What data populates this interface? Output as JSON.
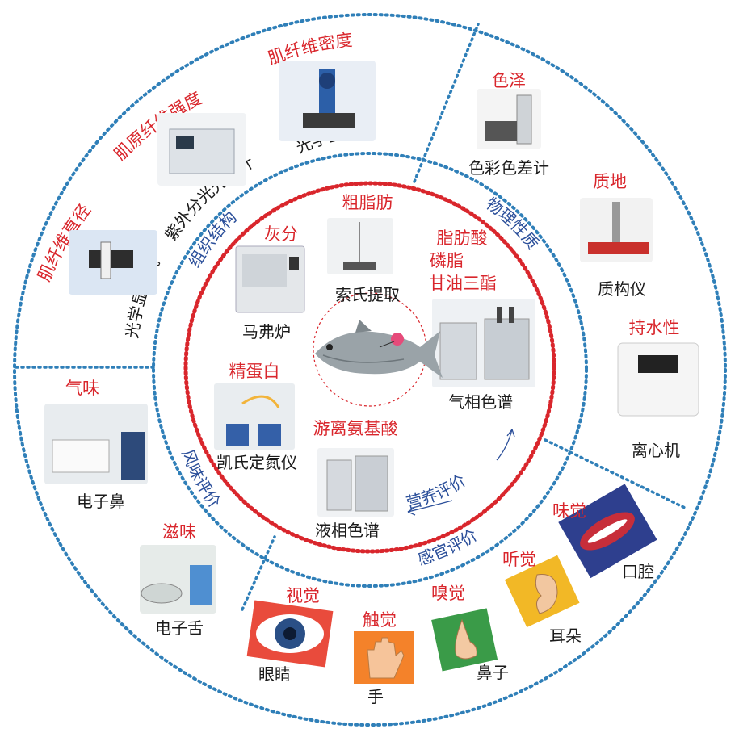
{
  "colors": {
    "outer_ring": "#2f7fb8",
    "inner_ring": "#d9262c",
    "label_red": "#d9262c",
    "label_blue": "#2b4f9a"
  },
  "icons": [
    "fish-icon",
    "eye-icon",
    "hand-icon",
    "nose-icon",
    "ear-icon",
    "mouth-icon"
  ],
  "sections": {
    "organization": "组织结构",
    "physical": "物理性质",
    "nutrition": "营养评价",
    "sensory": "感官评价",
    "flavor": "风味评价"
  },
  "outer": {
    "fiber_diameter": {
      "title": "肌纤维直径",
      "instrument": "光学显微镜"
    },
    "fiber_strength": {
      "title": "肌原纤维强度",
      "instrument": "紫外分光光度计"
    },
    "fiber_density": {
      "title": "肌纤维密度",
      "instrument": "光学显微镜"
    },
    "color": {
      "title": "色泽",
      "instrument": "色彩色差计"
    },
    "texture": {
      "title": "质地",
      "instrument": "质构仪"
    },
    "water_holding": {
      "title": "持水性",
      "instrument": "离心机"
    },
    "odor": {
      "title": "气味",
      "instrument": "电子鼻"
    },
    "taste": {
      "title": "滋味",
      "instrument": "电子舌"
    },
    "vision": {
      "title": "视觉",
      "organ": "眼睛"
    },
    "touch": {
      "title": "触觉",
      "organ": "手"
    },
    "smell": {
      "title": "嗅觉",
      "organ": "鼻子"
    },
    "hearing": {
      "title": "听觉",
      "organ": "耳朵"
    },
    "gustation": {
      "title": "味觉",
      "organ": "口腔"
    }
  },
  "inner": {
    "ash": {
      "title": "灰分",
      "instrument": "马弗炉"
    },
    "crude_fat": {
      "title": "粗脂肪",
      "instrument": "索氏提取"
    },
    "lipids": {
      "line1": "脂肪酸",
      "line2": "磷脂",
      "line3": "甘油三酯",
      "instrument": "气相色谱"
    },
    "protein": {
      "title": "精蛋白",
      "instrument": "凯氏定氮仪"
    },
    "amino_acid": {
      "title": "游离氨基酸",
      "instrument": "液相色谱"
    }
  }
}
